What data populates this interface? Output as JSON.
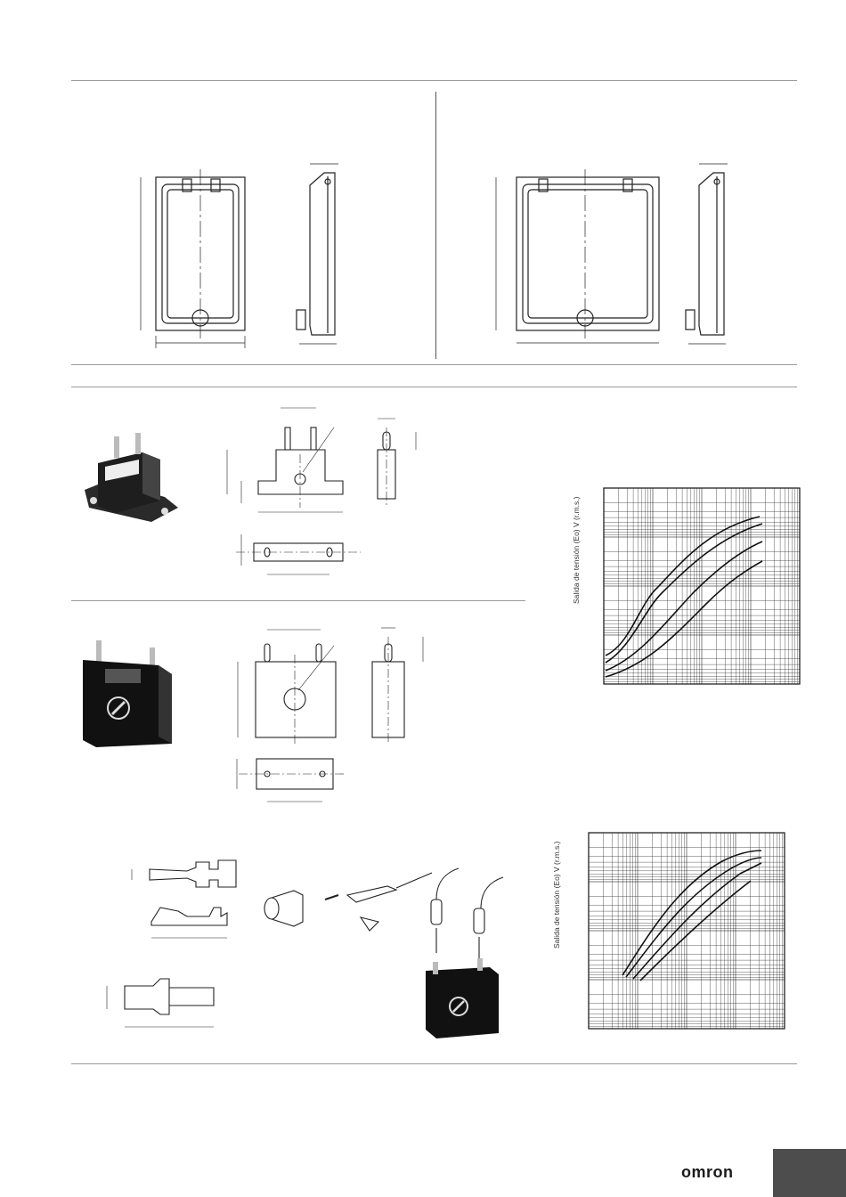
{
  "charts": {
    "top": {
      "ylabel": "Salida de tensión (Eo) V (r.m.s.)"
    },
    "bottom": {
      "ylabel": "Salida de tensión (Eo) V (r.m.s.)"
    }
  },
  "footer": {
    "logo": "omron"
  },
  "colors": {
    "rule": "#9a9a9a",
    "ink": "#222222",
    "corner": "#4d4d4d"
  }
}
